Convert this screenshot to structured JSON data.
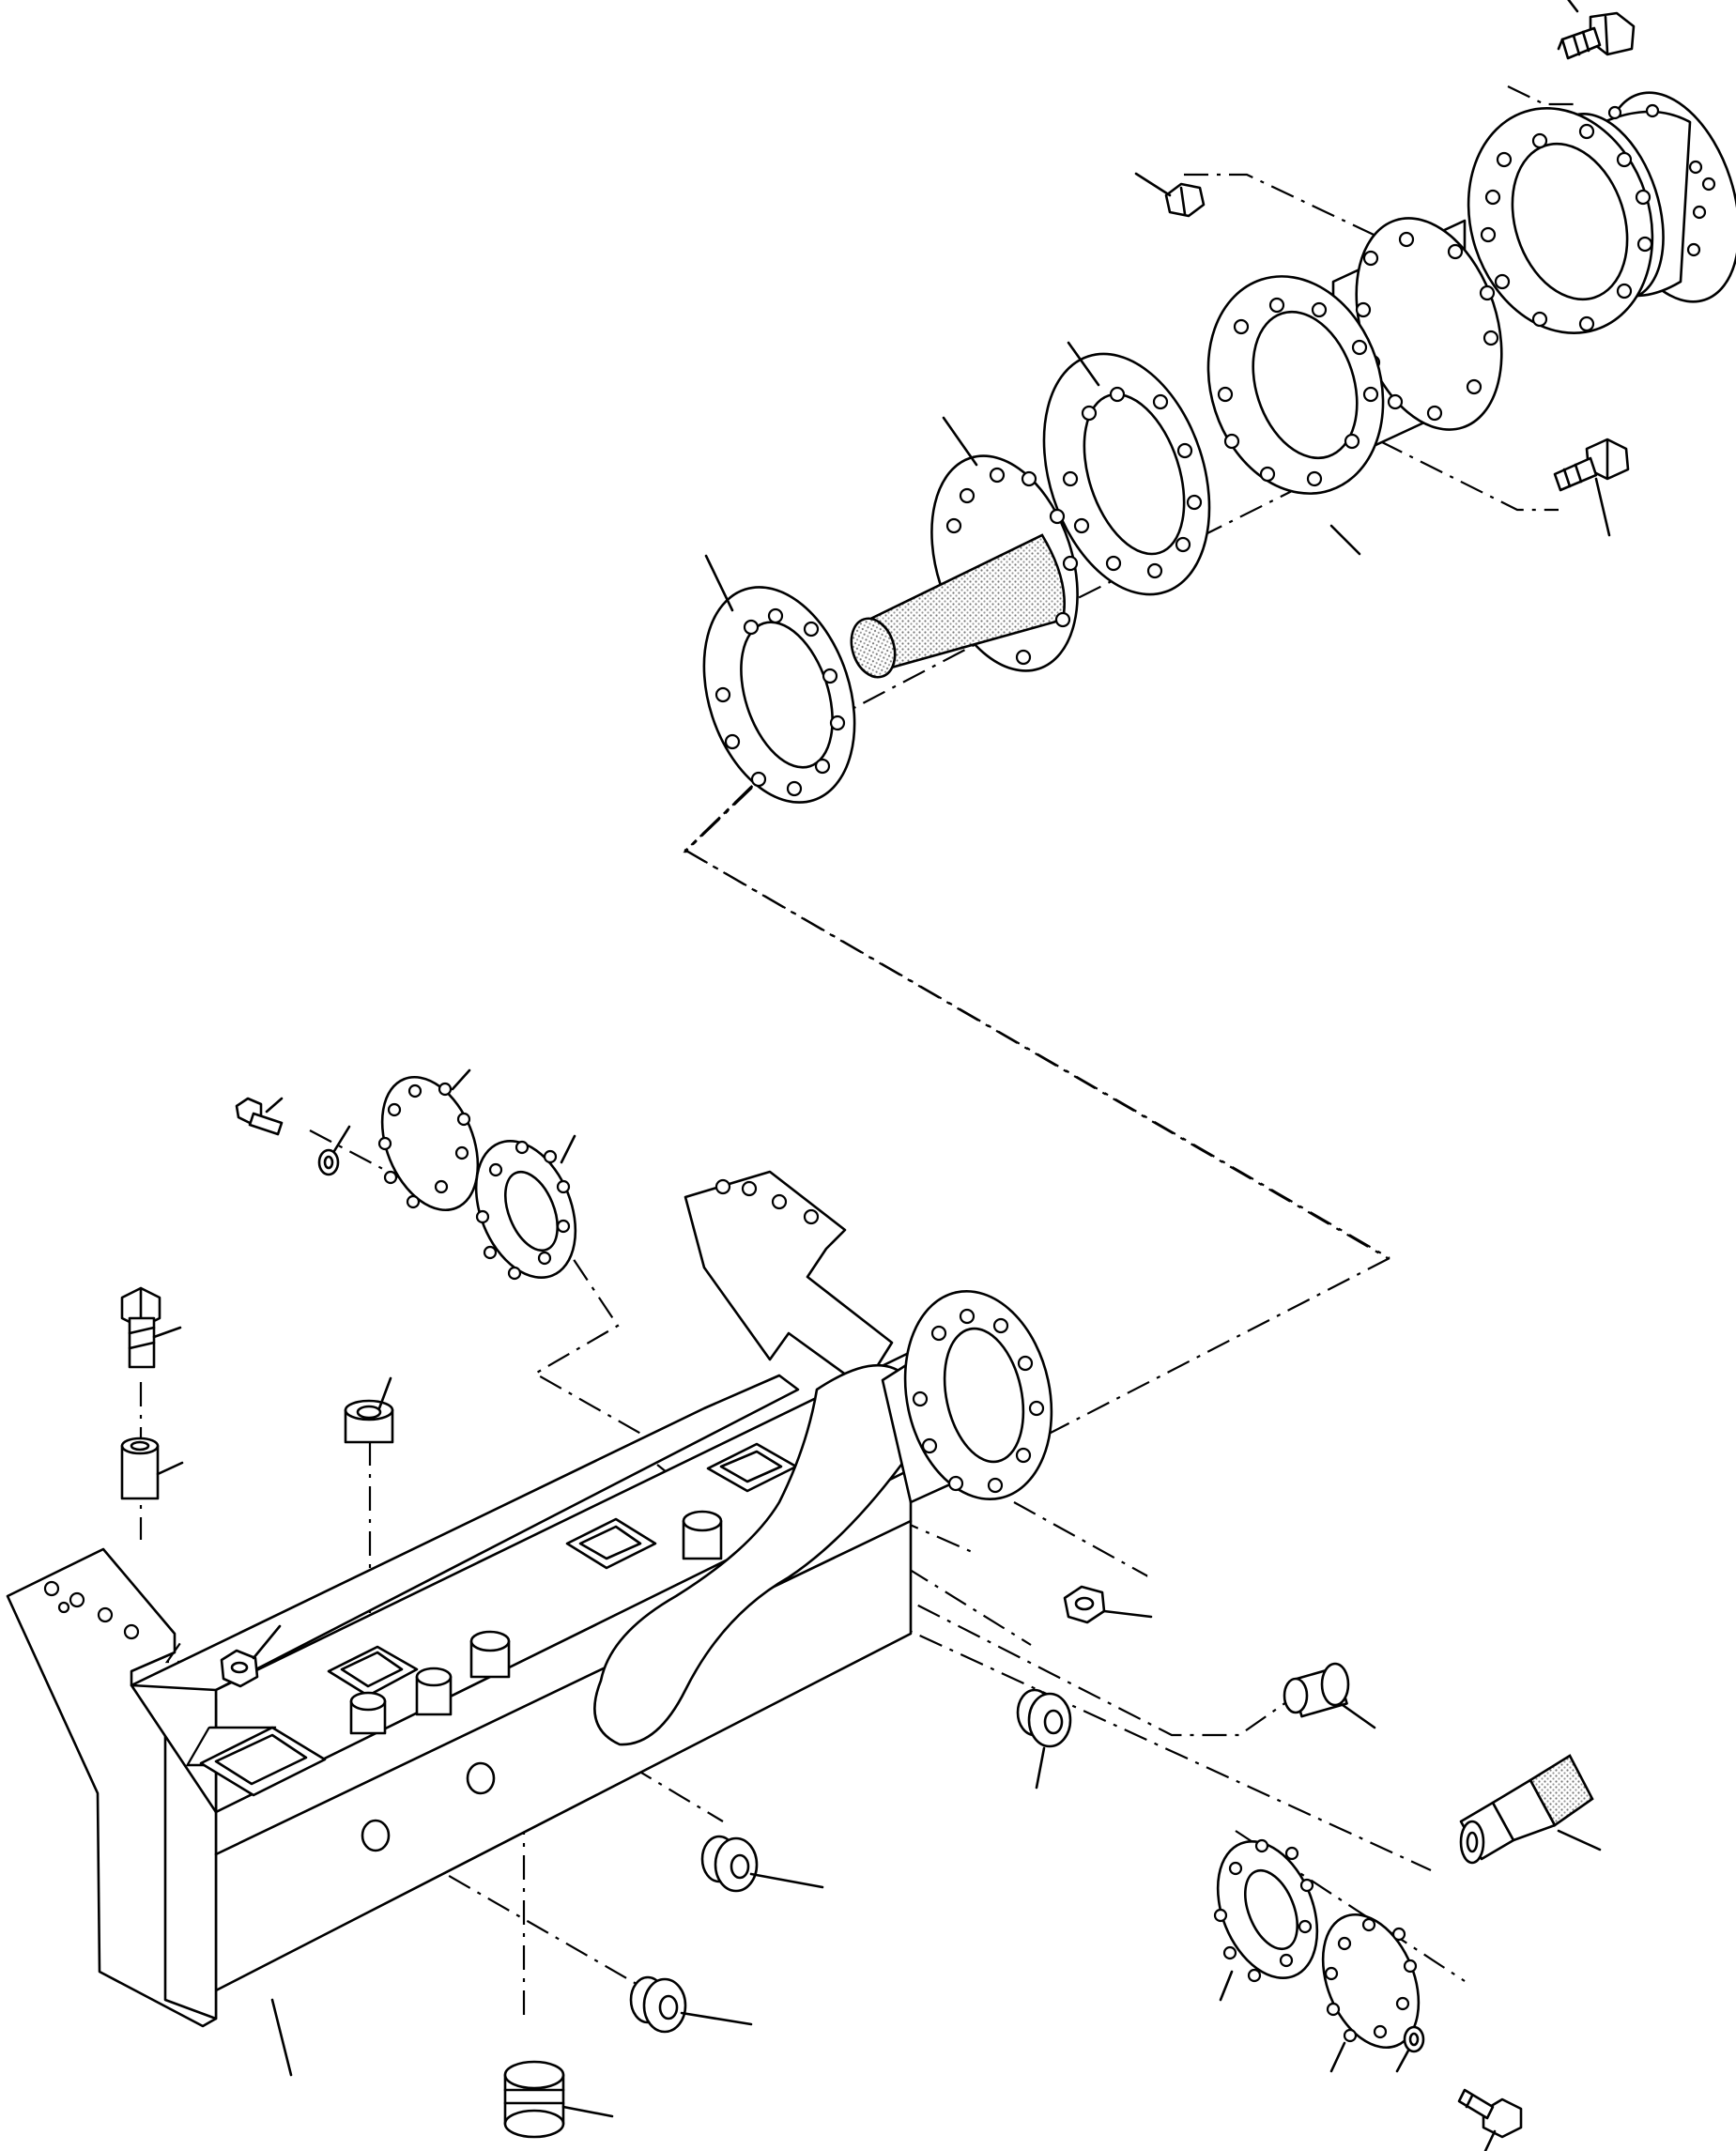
{
  "diagram": {
    "type": "exploded-parts-view",
    "text_labels": [],
    "parts": [
      {
        "id": "hex-bolt-top",
        "icon": "bolt-icon"
      },
      {
        "id": "drive-flange",
        "icon": "flange-icon"
      },
      {
        "id": "hex-nut-upper",
        "icon": "nut-icon"
      },
      {
        "id": "spacer-tube",
        "icon": "tube-icon"
      },
      {
        "id": "ring-plate-large",
        "icon": "ring-icon"
      },
      {
        "id": "gasket-ring",
        "icon": "gasket-icon"
      },
      {
        "id": "conical-strainer-flange",
        "icon": "cone-icon"
      },
      {
        "id": "end-gasket",
        "icon": "gasket-icon"
      },
      {
        "id": "hex-bolt-right",
        "icon": "bolt-icon"
      },
      {
        "id": "bolt-left",
        "icon": "bolt-icon"
      },
      {
        "id": "washer-left",
        "icon": "washer-icon"
      },
      {
        "id": "cover-plate-left",
        "icon": "cover-icon"
      },
      {
        "id": "gasket-left",
        "icon": "gasket-icon"
      },
      {
        "id": "frame-bolt",
        "icon": "bolt-icon"
      },
      {
        "id": "frame-bushing",
        "icon": "bushing-icon"
      },
      {
        "id": "plug-upper",
        "icon": "plug-icon"
      },
      {
        "id": "frame-nut",
        "icon": "nut-icon"
      },
      {
        "id": "main-frame-beam",
        "icon": "frame-icon"
      },
      {
        "id": "nut-right",
        "icon": "nut-icon"
      },
      {
        "id": "plug-right",
        "icon": "plug-icon"
      },
      {
        "id": "plug-center",
        "icon": "plug-icon"
      },
      {
        "id": "quick-coupler",
        "icon": "coupler-icon"
      },
      {
        "id": "plug-lower-1",
        "icon": "plug-icon"
      },
      {
        "id": "plug-lower-2",
        "icon": "plug-icon"
      },
      {
        "id": "drain-plug-bottom",
        "icon": "plug-icon"
      },
      {
        "id": "gasket-lower-right",
        "icon": "gasket-icon"
      },
      {
        "id": "cover-lower-right",
        "icon": "cover-icon"
      },
      {
        "id": "washer-lower-right",
        "icon": "washer-icon"
      },
      {
        "id": "bolt-lower-right",
        "icon": "bolt-icon"
      }
    ]
  }
}
